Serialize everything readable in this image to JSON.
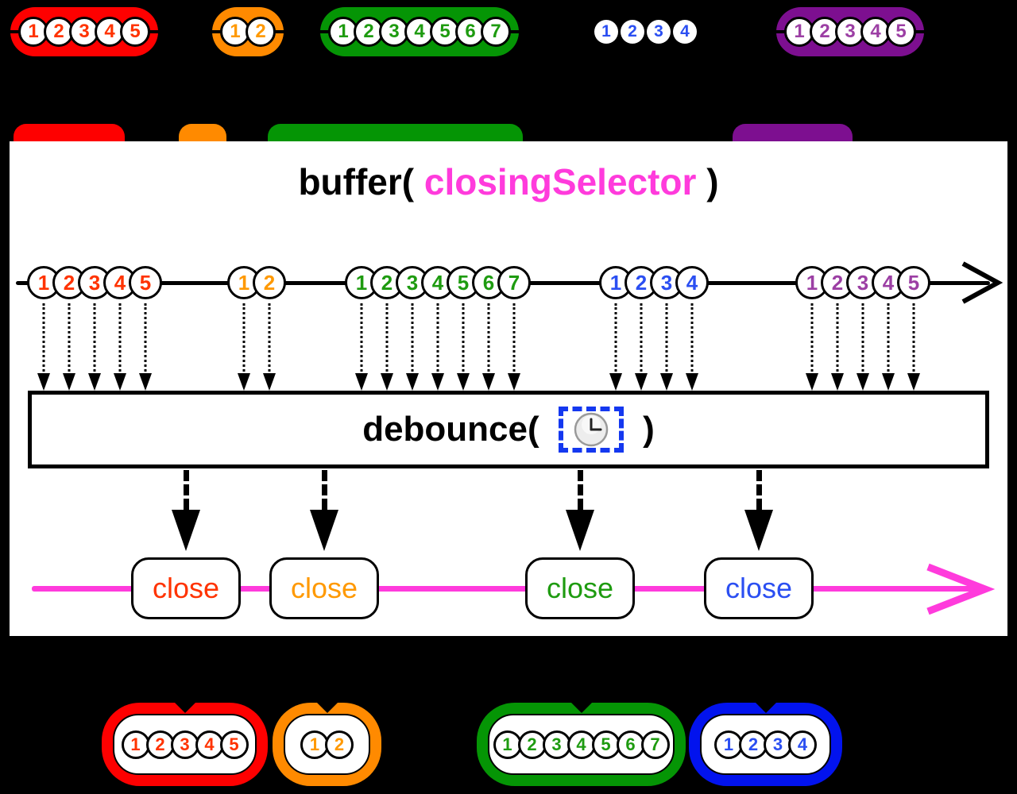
{
  "title": {
    "operator_prefix": "buffer( ",
    "argument": "closingSelector",
    "suffix": " )"
  },
  "source_groups": [
    {
      "color": "red",
      "values": [
        "1",
        "2",
        "3",
        "4",
        "5"
      ]
    },
    {
      "color": "orange",
      "values": [
        "1",
        "2"
      ]
    },
    {
      "color": "green",
      "values": [
        "1",
        "2",
        "3",
        "4",
        "5",
        "6",
        "7"
      ]
    },
    {
      "color": "blue",
      "values": [
        "1",
        "2",
        "3",
        "4"
      ]
    },
    {
      "color": "purple",
      "values": [
        "1",
        "2",
        "3",
        "4",
        "5"
      ]
    }
  ],
  "debounce": {
    "prefix": "debounce( ",
    "suffix": " )",
    "icon": "clock-icon"
  },
  "close_events": [
    {
      "label": "close",
      "color": "red"
    },
    {
      "label": "close",
      "color": "orange"
    },
    {
      "label": "close",
      "color": "green"
    },
    {
      "label": "close",
      "color": "blue"
    }
  ],
  "output_bundles": [
    {
      "color": "red",
      "values": [
        "1",
        "2",
        "3",
        "4",
        "5"
      ]
    },
    {
      "color": "orange",
      "values": [
        "1",
        "2"
      ]
    },
    {
      "color": "green",
      "values": [
        "1",
        "2",
        "3",
        "4",
        "5",
        "6",
        "7"
      ]
    },
    {
      "color": "blue",
      "values": [
        "1",
        "2",
        "3",
        "4"
      ]
    }
  ],
  "colors": {
    "red": "#FF3300",
    "orange": "#FF9900",
    "green": "#1E9B10",
    "blue": "#2B4FF2",
    "purple": "#9C3FA4",
    "magenta": "#FF3BDC",
    "blob-red": "#FE0000",
    "blob-orange": "#FF8A00",
    "blob-green": "#059505",
    "blob-purple": "#7D0F90",
    "pill-blue": "#0213EE"
  }
}
